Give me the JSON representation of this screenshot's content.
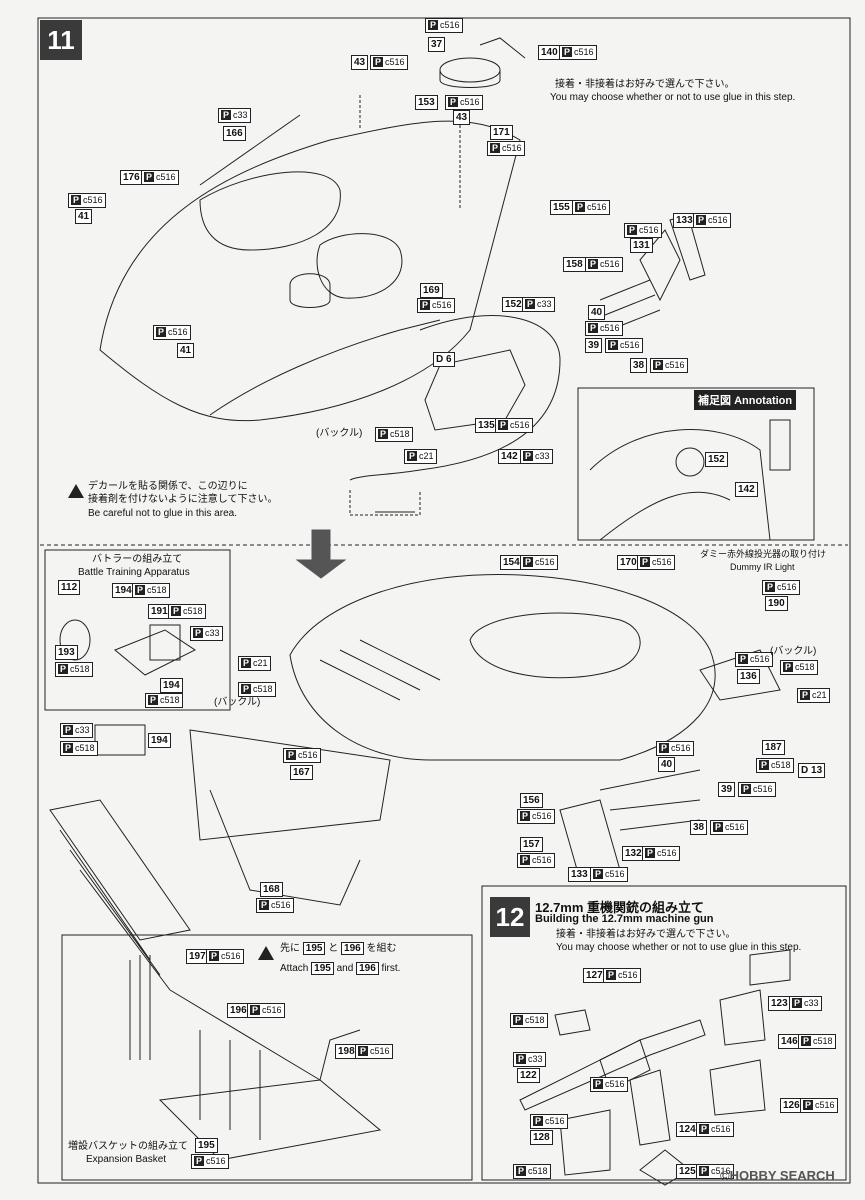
{
  "step11": {
    "number": "11",
    "glue_note_jp": "接着・非接着はお好みで選んで下さい。",
    "glue_note_en": "You may choose whether or not to use glue in this step.",
    "decal_warning_jp_1": "デカールを貼る関係で、この辺りに",
    "decal_warning_jp_2": "接着剤を付けないように注意して下さい。",
    "decal_warning_en": "Be careful not to glue in this area.",
    "buckle_label": "(バックル)",
    "annotation_jp": "補足図",
    "annotation_en": "Annotation",
    "parts_top": [
      {
        "num": "37",
        "tree": "c516"
      },
      {
        "num": "140",
        "tree": "c516"
      },
      {
        "num": "43",
        "tree": "c516"
      },
      {
        "num": "153",
        "tree": "c516"
      },
      {
        "num": "171",
        "tree": "c516"
      },
      {
        "num": "166",
        "tree": "c33"
      },
      {
        "num": "176",
        "tree": "c516"
      },
      {
        "num": "41",
        "tree": "c516"
      },
      {
        "num": "155",
        "tree": "c516"
      },
      {
        "num": "133",
        "tree": "c516"
      },
      {
        "num": "131",
        "tree": "c516"
      },
      {
        "num": "158",
        "tree": "c516"
      },
      {
        "num": "169",
        "tree": "c516"
      },
      {
        "num": "152",
        "tree": "c33"
      },
      {
        "num": "40",
        "tree": "c516"
      },
      {
        "num": "39",
        "tree": "c516"
      },
      {
        "num": "38",
        "tree": "c516"
      },
      {
        "num": "135",
        "tree": "c516"
      },
      {
        "num": "142",
        "tree": "c33"
      }
    ],
    "decal_d": "D",
    "decal_d_num": "6",
    "buckle_tree": "c518",
    "p_c21": "c21",
    "annotation_parts": [
      "152",
      "142"
    ]
  },
  "battle": {
    "title_jp": "バトラーの組み立て",
    "title_en": "Battle Training Apparatus",
    "parts": [
      "112",
      "194",
      "191",
      "193",
      "194",
      "194"
    ],
    "trees": [
      "c518",
      "c518",
      "c33",
      "c518",
      "c518",
      "c33",
      "c518"
    ]
  },
  "lower": {
    "parts": [
      {
        "num": "154",
        "tree": "c516"
      },
      {
        "num": "170",
        "tree": "c516"
      },
      {
        "num": "190",
        "tree": "c516"
      },
      {
        "num": "136",
        "tree": "c516"
      },
      {
        "num": "167",
        "tree": "c516"
      },
      {
        "num": "156",
        "tree": "c516"
      },
      {
        "num": "157",
        "tree": "c516"
      },
      {
        "num": "168",
        "tree": "c516"
      },
      {
        "num": "187",
        "tree": "c518"
      },
      {
        "num": "40",
        "tree": "c516"
      },
      {
        "num": "39",
        "tree": "c516"
      },
      {
        "num": "38",
        "tree": "c516"
      },
      {
        "num": "132",
        "tree": "c516"
      },
      {
        "num": "133",
        "tree": "c516"
      }
    ],
    "p_c21": "c21",
    "p_c518": "c518",
    "buckle_label": "(バックル)",
    "dummy_ir_jp": "ダミー赤外線投光器の取り付け",
    "dummy_ir_en": "Dummy IR Light",
    "decal_d": "D",
    "decal_d_num": "13"
  },
  "basket": {
    "attach_jp_pre": "先に",
    "attach_jp_mid": "と",
    "attach_jp_post": "を組む",
    "attach_en_pre": "Attach",
    "attach_en_mid": "and",
    "attach_en_post": "first.",
    "part_a": "195",
    "part_b": "196",
    "title_jp": "増設バスケットの組み立て",
    "title_en": "Expansion Basket",
    "parts": [
      {
        "num": "197",
        "tree": "c516"
      },
      {
        "num": "196",
        "tree": "c516"
      },
      {
        "num": "198",
        "tree": "c516"
      },
      {
        "num": "195",
        "tree": "c516"
      }
    ]
  },
  "step12": {
    "number": "12",
    "title_jp": "12.7mm 重機関銃の組み立て",
    "title_en": "Building the 12.7mm machine gun",
    "glue_note_jp": "接着・非接着はお好みで選んで下さい。",
    "glue_note_en": "You may choose whether or not to use glue in this step.",
    "parts": [
      {
        "num": "127",
        "tree": "c516"
      },
      {
        "num": "123",
        "tree": "c33"
      },
      {
        "num": "146",
        "tree": "c518"
      },
      {
        "num": "122",
        "tree": "c33"
      },
      {
        "num": "126",
        "tree": "c516"
      },
      {
        "num": "124",
        "tree": "c516"
      },
      {
        "num": "128",
        "tree": "c516"
      },
      {
        "num": "125",
        "tree": "c516"
      }
    ],
    "p_c518": "c518",
    "p_c516": "c516"
  },
  "watermark": "©HOBBY SEARCH"
}
